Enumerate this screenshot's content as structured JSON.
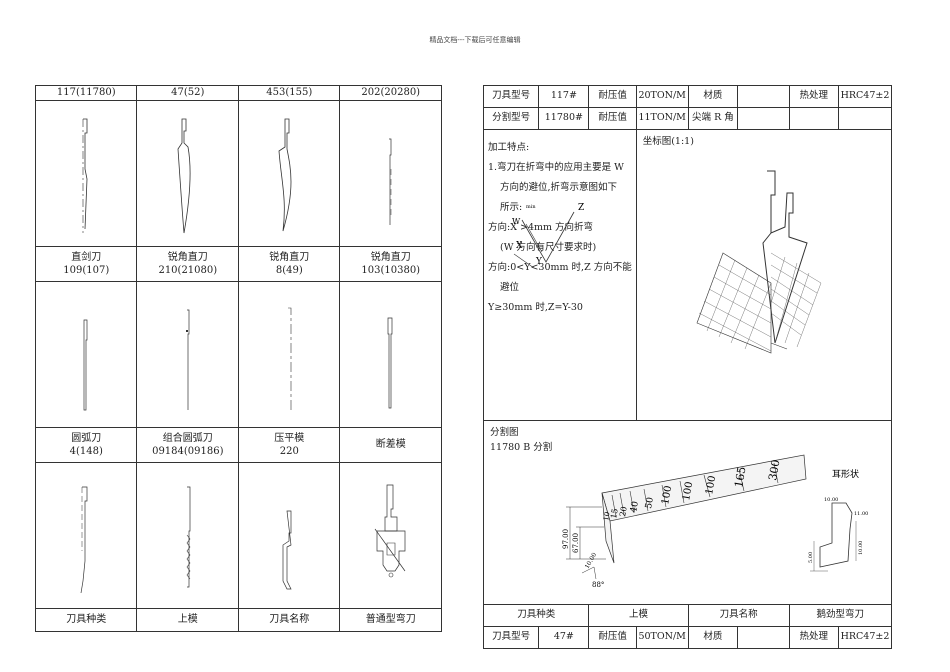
{
  "header": "精品文档---下载后可任意编辑",
  "left_table": {
    "row1_labels": [
      "117(11780)",
      "47(52)",
      "453(155)",
      "202(20280)"
    ],
    "row2_labels": [
      [
        "直剑刀",
        "109(107)"
      ],
      [
        "锐角直刀",
        "210(21080)"
      ],
      [
        "锐角直刀",
        "8(49)"
      ],
      [
        "锐角直刀",
        "103(10380)"
      ]
    ],
    "row3_labels": [
      [
        "圆弧刀",
        "4(148)"
      ],
      [
        "组合圆弧刀",
        "09184(09186)"
      ],
      [
        "压平模",
        "220"
      ],
      [
        "断差模",
        ""
      ]
    ],
    "row4_labels": [
      "刀具种类",
      "上模",
      "刀具名称",
      "普通型弯刀"
    ]
  },
  "right_table": {
    "row1": [
      "刀具型号",
      "117#",
      "耐压值",
      "20TON/M",
      "材质",
      "",
      "热处理",
      "HRC47±2"
    ],
    "row2": [
      "分割型号",
      "11780#",
      "耐压值",
      "11TON/M",
      "尖端 R 角"
    ],
    "process_title": "加工特点:",
    "process_lines": [
      "1.弯刀在折弯中的应用主要是 W",
      "方向的避位,折弯示意图如下",
      "所示:",
      "方向:X      >4mm 方向折弯",
      "(W 方向有尺寸要求时)",
      "方向:0<Y<30mm 时,Z 方向不能",
      "避位",
      "Y≥30mm 时,Z=Y-30"
    ],
    "diagram_letters": {
      "z": "Z",
      "w": "W",
      "x": "X",
      "y": "Y",
      "min": "min"
    },
    "coord_title": "坐标图(1:1)",
    "segment_title": "分割图",
    "segment_sub": "11780 B 分割",
    "segment_numbers": [
      "300",
      "165",
      "100",
      "100",
      "100",
      "50",
      "40",
      "20",
      "15",
      "10"
    ],
    "segment_dims": [
      "97.00",
      "67.00",
      "10.00",
      "88°"
    ],
    "ear_title": "耳形状",
    "ear_dims": [
      "10.00",
      "11.00",
      "10.00",
      "5.00"
    ],
    "footer1": [
      "刀具种类",
      "上模",
      "刀具名称",
      "鹅劲型弯刀"
    ],
    "footer2": [
      "刀具型号",
      "47#",
      "耐压值",
      "50TON/M",
      "材质",
      "",
      "热处理",
      "HRC47±2"
    ]
  }
}
